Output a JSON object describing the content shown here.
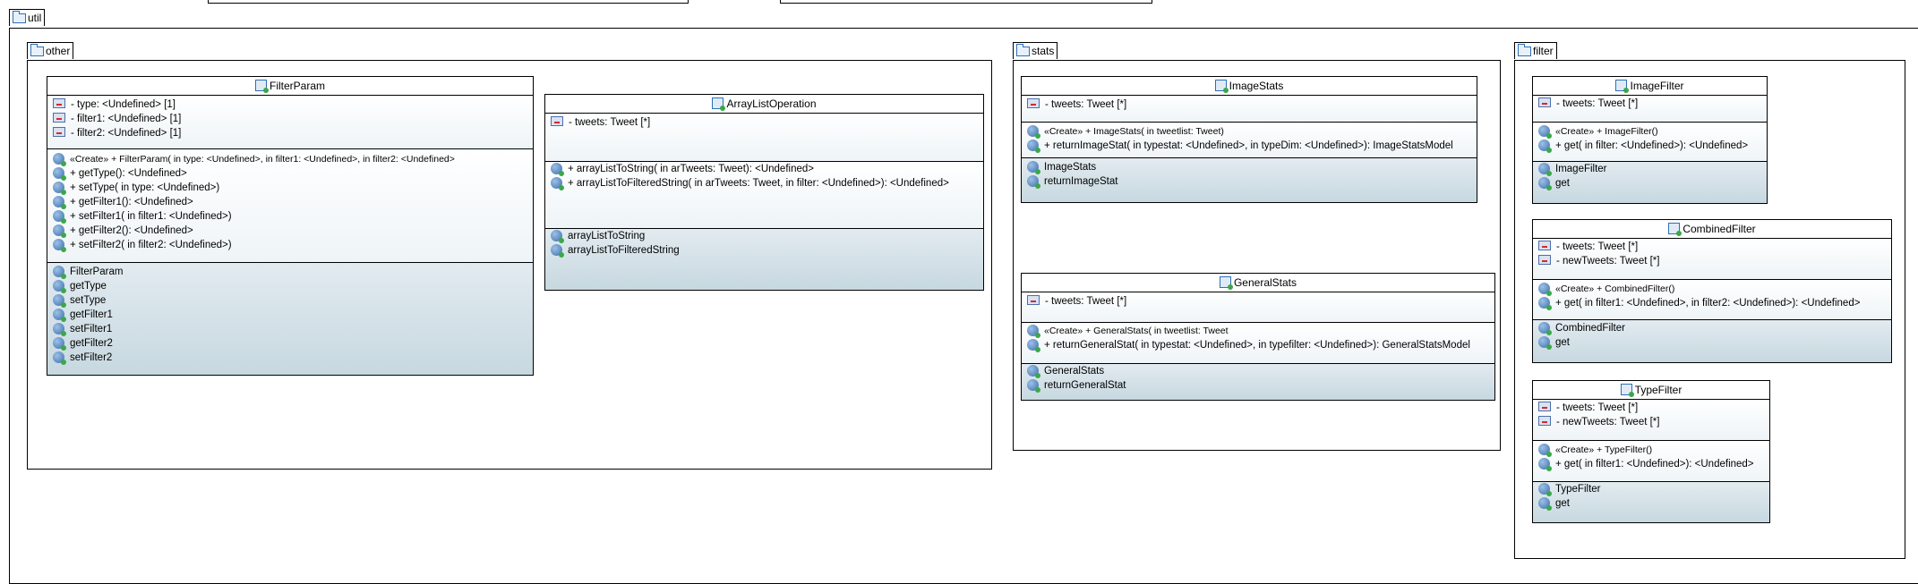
{
  "packages": {
    "util": "util",
    "other": "other",
    "stats": "stats",
    "filter": "filter"
  },
  "classes": {
    "filter_param": {
      "name": "FilterParam",
      "attributes": [
        "- type: <Undefined> [1]",
        "- filter1: <Undefined> [1]",
        "- filter2: <Undefined> [1]"
      ],
      "operations": [
        "«Create»  + FilterParam(  in type: <Undefined>,   in filter1: <Undefined>,   in filter2: <Undefined>",
        "+ getType(): <Undefined>",
        "+ setType(  in type: <Undefined>)",
        "+ getFilter1(): <Undefined>",
        "+ setFilter1(  in filter1: <Undefined>)",
        "+ getFilter2(): <Undefined>",
        "+ setFilter2(  in filter2: <Undefined>)"
      ],
      "op_list": [
        "FilterParam",
        "getType",
        "setType",
        "getFilter1",
        "setFilter1",
        "getFilter2",
        "setFilter2"
      ]
    },
    "array_list_operation": {
      "name": "ArrayListOperation",
      "attributes": [
        "- tweets: Tweet [*]"
      ],
      "operations": [
        "+ arrayListToString(  in arTweets: Tweet): <Undefined>",
        "+ arrayListToFilteredString(  in arTweets: Tweet,   in filter: <Undefined>): <Undefined>"
      ],
      "op_list": [
        "arrayListToString",
        "arrayListToFilteredString"
      ]
    },
    "image_stats": {
      "name": "ImageStats",
      "attributes": [
        "- tweets: Tweet [*]"
      ],
      "operations": [
        "«Create»  + ImageStats(  in tweetlist: Tweet)",
        "+ returnImageStat(  in typestat: <Undefined>,   in typeDim: <Undefined>): ImageStatsModel"
      ],
      "op_list": [
        "ImageStats",
        "returnImageStat"
      ]
    },
    "general_stats": {
      "name": "GeneralStats",
      "attributes": [
        "- tweets: Tweet [*]"
      ],
      "operations": [
        "«Create»  + GeneralStats(  in tweetlist: Tweet",
        "+ returnGeneralStat(  in typestat: <Undefined>,   in typefilter: <Undefined>): GeneralStatsModel"
      ],
      "op_list": [
        "GeneralStats",
        "returnGeneralStat"
      ]
    },
    "image_filter": {
      "name": "ImageFilter",
      "attributes": [
        "- tweets: Tweet [*]"
      ],
      "operations": [
        "«Create»  + ImageFilter()",
        "+ get(  in filter: <Undefined>): <Undefined>"
      ],
      "op_list": [
        "ImageFilter",
        "get"
      ]
    },
    "combined_filter": {
      "name": "CombinedFilter",
      "attributes": [
        "- tweets: Tweet [*]",
        "- newTweets: Tweet [*]"
      ],
      "operations": [
        "«Create»  + CombinedFilter()",
        "+ get(  in filter1: <Undefined>,   in filter2: <Undefined>): <Undefined>"
      ],
      "op_list": [
        "CombinedFilter",
        "get"
      ]
    },
    "type_filter": {
      "name": "TypeFilter",
      "attributes": [
        "- tweets: Tweet [*]",
        "- newTweets: Tweet [*]"
      ],
      "operations": [
        "«Create»  + TypeFilter()",
        "+ get(  in filter1: <Undefined>): <Undefined>"
      ],
      "op_list": [
        "TypeFilter",
        "get"
      ]
    }
  }
}
